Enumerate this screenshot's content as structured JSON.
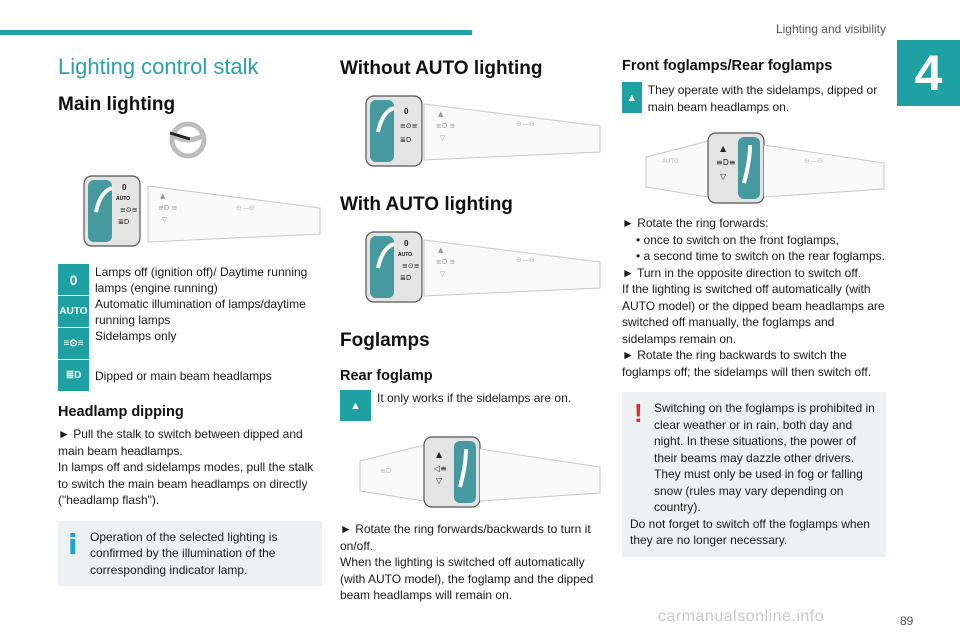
{
  "header": {
    "section_title": "Lighting and visibility",
    "chapter_number": "4",
    "page_number": "89"
  },
  "watermark": "carmanualsonline.info",
  "col1": {
    "title": "Lighting control stalk",
    "main_lighting": "Main lighting",
    "legend": [
      {
        "icon": "0",
        "icon_name": "lamps-off-icon",
        "text": "Lamps off (ignition off)/ Daytime running lamps (engine running)"
      },
      {
        "icon": "AUTO",
        "icon_name": "auto-icon",
        "text": "Automatic illumination of lamps/daytime running lamps"
      },
      {
        "icon": "≡⊙≡",
        "icon_name": "sidelamps-icon",
        "text": "Sidelamps only"
      },
      {
        "icon": "≣D",
        "icon_name": "headlamps-icon",
        "text": "Dipped or main beam headlamps"
      }
    ],
    "headlamp_dipping": "Headlamp dipping",
    "dipping_p1": "► Pull the stalk to switch between dipped and main beam headlamps.",
    "dipping_p2": "In lamps off and sidelamps modes, pull the stalk to switch the main beam headlamps on directly (\"headlamp flash\").",
    "info": "Operation of the selected lighting is confirmed by the illumination of the corresponding indicator lamp."
  },
  "col2": {
    "without_auto": "Without AUTO lighting",
    "with_auto": "With AUTO lighting",
    "foglamps": "Foglamps",
    "rear_foglamp": "Rear foglamp",
    "rear_note": "It only works if the sidelamps are on.",
    "rear_p1": "► Rotate the ring forwards/backwards to turn it on/off.",
    "rear_p2": "When the lighting is switched off automatically (with AUTO model), the foglamp and the dipped beam headlamps will remain on."
  },
  "col3": {
    "front_rear": "Front foglamps/Rear foglamps",
    "front_note": "They operate with the sidelamps, dipped or main beam headlamps on.",
    "step1": "► Rotate the ring forwards:",
    "bullet1": "• once to switch on the front foglamps,",
    "bullet2": "• a second time to switch on the rear foglamps.",
    "step2": "► Turn in the opposite direction to switch off.",
    "para1": "If the lighting is switched off automatically (with AUTO model) or the dipped beam headlamps are switched off manually, the foglamps and sidelamps remain on.",
    "step3": "► Rotate the ring backwards to switch the foglamps off; the sidelamps will then switch off.",
    "warn_p1": "Switching on the foglamps is prohibited in clear weather or in rain, both day and night. In these situations, the power of their beams may dazzle other drivers. They must only be used in fog or falling snow (rules may vary depending on country).",
    "warn_p2": "Do not forget to switch off the foglamps when they are no longer necessary."
  },
  "stalk_labels": {
    "zero": "0",
    "auto": "AUTO"
  },
  "colors": {
    "accent": "#1fa0a3",
    "info": "#1aa3d9",
    "warning": "#e5292b",
    "title": "#2aa3a6"
  }
}
